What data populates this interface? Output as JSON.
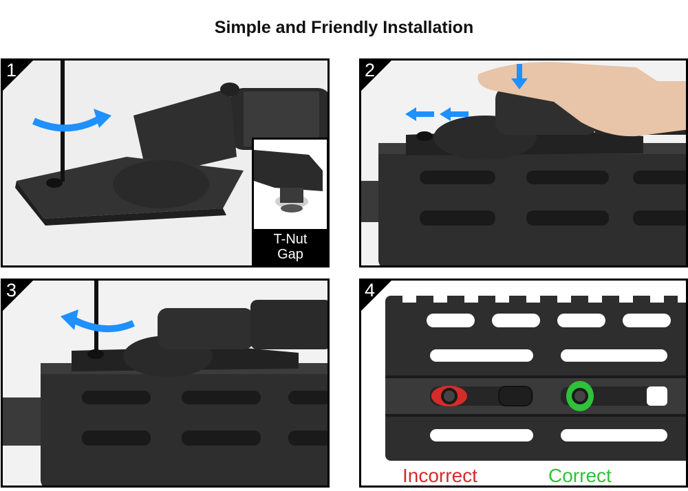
{
  "title": "Simple and Friendly Installation",
  "steps": [
    {
      "number": "1",
      "inset_label_line1": "T-Nut",
      "inset_label_line2": "Gap"
    },
    {
      "number": "2"
    },
    {
      "number": "3"
    },
    {
      "number": "4",
      "incorrect_label": "Incorrect",
      "correct_label": "Correct"
    }
  ],
  "colors": {
    "arrow": "#1e90ff",
    "incorrect": "#d42b2b",
    "correct": "#2ec23a"
  },
  "icons": [
    "curved-arrow-icon",
    "left-arrow-icon",
    "down-arrow-icon"
  ]
}
